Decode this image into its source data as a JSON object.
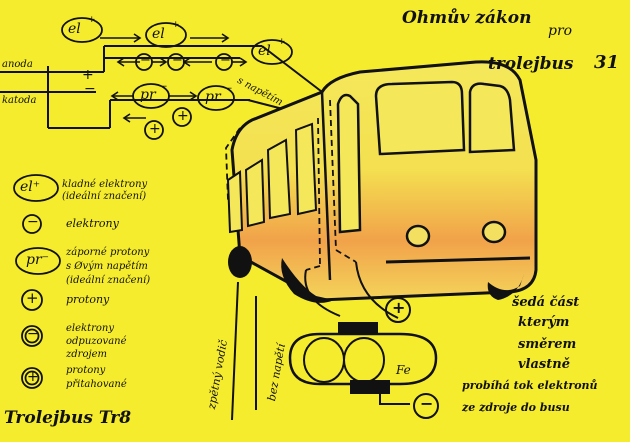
{
  "title": {
    "line1": "Ohmův zákon",
    "line2": "pro",
    "line3": "trolejbus",
    "number": "31"
  },
  "circuit": {
    "anode_label": "anoda",
    "cathode_label": "katoda",
    "plus_sign": "+",
    "minus_sign": "−",
    "el_plus": "el",
    "pr_minus": "pr",
    "voltage_label": "s napětím"
  },
  "legend": {
    "items": [
      {
        "symbol": "el⁺",
        "text1": "kladné elektrony",
        "text2": "(ideální značení)"
      },
      {
        "symbol": "−",
        "text1": "elektrony",
        "text2": ""
      },
      {
        "symbol": "pr⁻",
        "text1": "záporné protony",
        "text2": "s Øvým napětím",
        "text3": "(ideální značení)"
      },
      {
        "symbol": "+",
        "text1": "protony",
        "text2": ""
      },
      {
        "symbol": "−",
        "text1": "elektrony",
        "text2": "odpuzované",
        "text3": "zdrojem"
      },
      {
        "symbol": "+",
        "text1": "protony",
        "text2": "přitahované"
      }
    ]
  },
  "bottom_labels": {
    "back_wire": "zpětný vodič",
    "no_voltage": "bez napětí",
    "source_mark": "Fe",
    "plus_terminal": "+",
    "minus_terminal": "−",
    "model_name": "Trolejbus Tr8"
  },
  "arrow_note": {
    "lines": [
      "šedá část",
      "kterým",
      "směrem",
      "vlastně",
      "probíhá tok elektronů",
      "ze zdroje do busu"
    ]
  },
  "colors": {
    "paper": "#f6ec2e",
    "ink": "#111111",
    "bus_body_top": "#f4e85a",
    "bus_body_bottom": "#f1a24a"
  }
}
